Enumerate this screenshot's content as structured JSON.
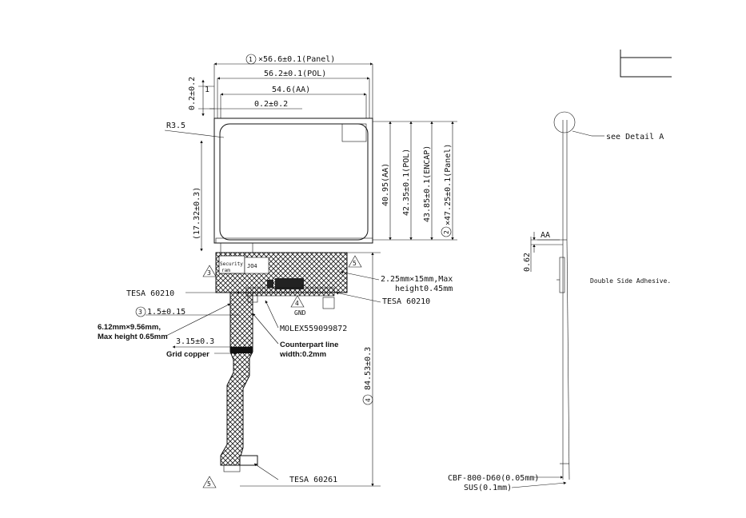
{
  "front_view": {
    "width_panel": {
      "num": "1",
      "text": "×56.6±0.1(Panel)"
    },
    "width_pol": "56.2±0.1(POL)",
    "width_aa": "54.6(AA)",
    "offset_v": "0.2±0.2",
    "offset_one": "1",
    "offset_h": "0.2±0.2",
    "radius": "R3.5",
    "height_aa": "40.95(AA)",
    "height_pol": "42.35±0.1(POL)",
    "height_encap": "43.85±0.1(ENCAP)",
    "height_panel": {
      "num": "2",
      "text": "×47.25±0.1(Panel)"
    },
    "left_dim": "(17.32±0.3)",
    "tesa_left": "TESA 60210",
    "dim_3": {
      "num": "3",
      "text": "1.5±0.15"
    },
    "conn_note": [
      "6.12mm×9.56mm,",
      "Max height 0.65mm"
    ],
    "dim_315": "3.15±0.3",
    "grid_copper": "Grid copper",
    "counterpart": [
      "Counterpart line",
      "width:0.2mm"
    ],
    "molex": "MOLEX559099872",
    "gnd": {
      "num": "4",
      "text": "GND"
    },
    "comp_note": [
      "2.25mm×15mm,Max",
      "height0.45mm"
    ],
    "tesa_right": "TESA 60210",
    "height_total": {
      "num": "4",
      "text": "84.53±0.3"
    },
    "tesa_bottom": "TESA 60261",
    "triangle_5": "5",
    "triangle_3": "3",
    "pcb_labels": [
      "Security",
      "ram",
      "JO4"
    ]
  },
  "side_view": {
    "detail_a": "see Detail A",
    "aa": "AA",
    "dim_062": "0.62",
    "adhesive": "Double Side Adhesive.",
    "cbf": "CBF-800-D60(0.05mm)",
    "sus": "SUS(0.1mm)"
  }
}
